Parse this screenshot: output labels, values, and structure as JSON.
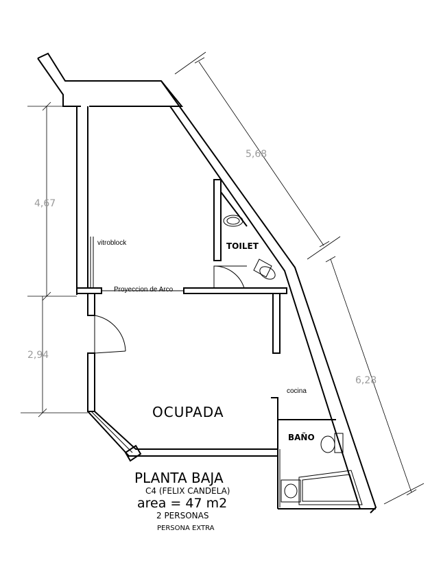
{
  "dimensions": {
    "top_left": "4,67",
    "bottom_left": "2,94",
    "top_right": "5,68",
    "bottom_right": "6,28"
  },
  "labels": {
    "vitroblock": "vitroblock",
    "arco": "Proyeccion de Arco",
    "toilet": "TOILET",
    "cocina": "cocina",
    "bano": "BAÑO",
    "ocupada": "OCUPADA"
  },
  "title_block": {
    "title": "PLANTA BAJA",
    "subtitle": "C4 (FELIX CANDELA)",
    "area": "area = 47 m2",
    "persons": "2 PERSONAS",
    "extra": "PERSONA EXTRA"
  }
}
